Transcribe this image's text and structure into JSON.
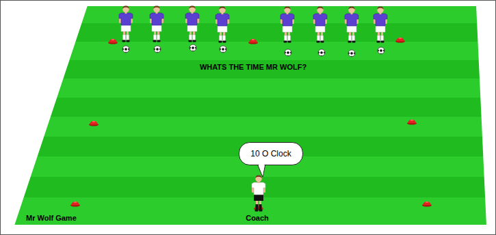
{
  "diagram": {
    "nodes": [
      {
        "text": [
          "10 O Clock"
        ]
      }
    ],
    "labels": [
      "WHATS THE TIME MR WOLF?",
      "Mr Wolf Game",
      "Coach"
    ]
  }
}
